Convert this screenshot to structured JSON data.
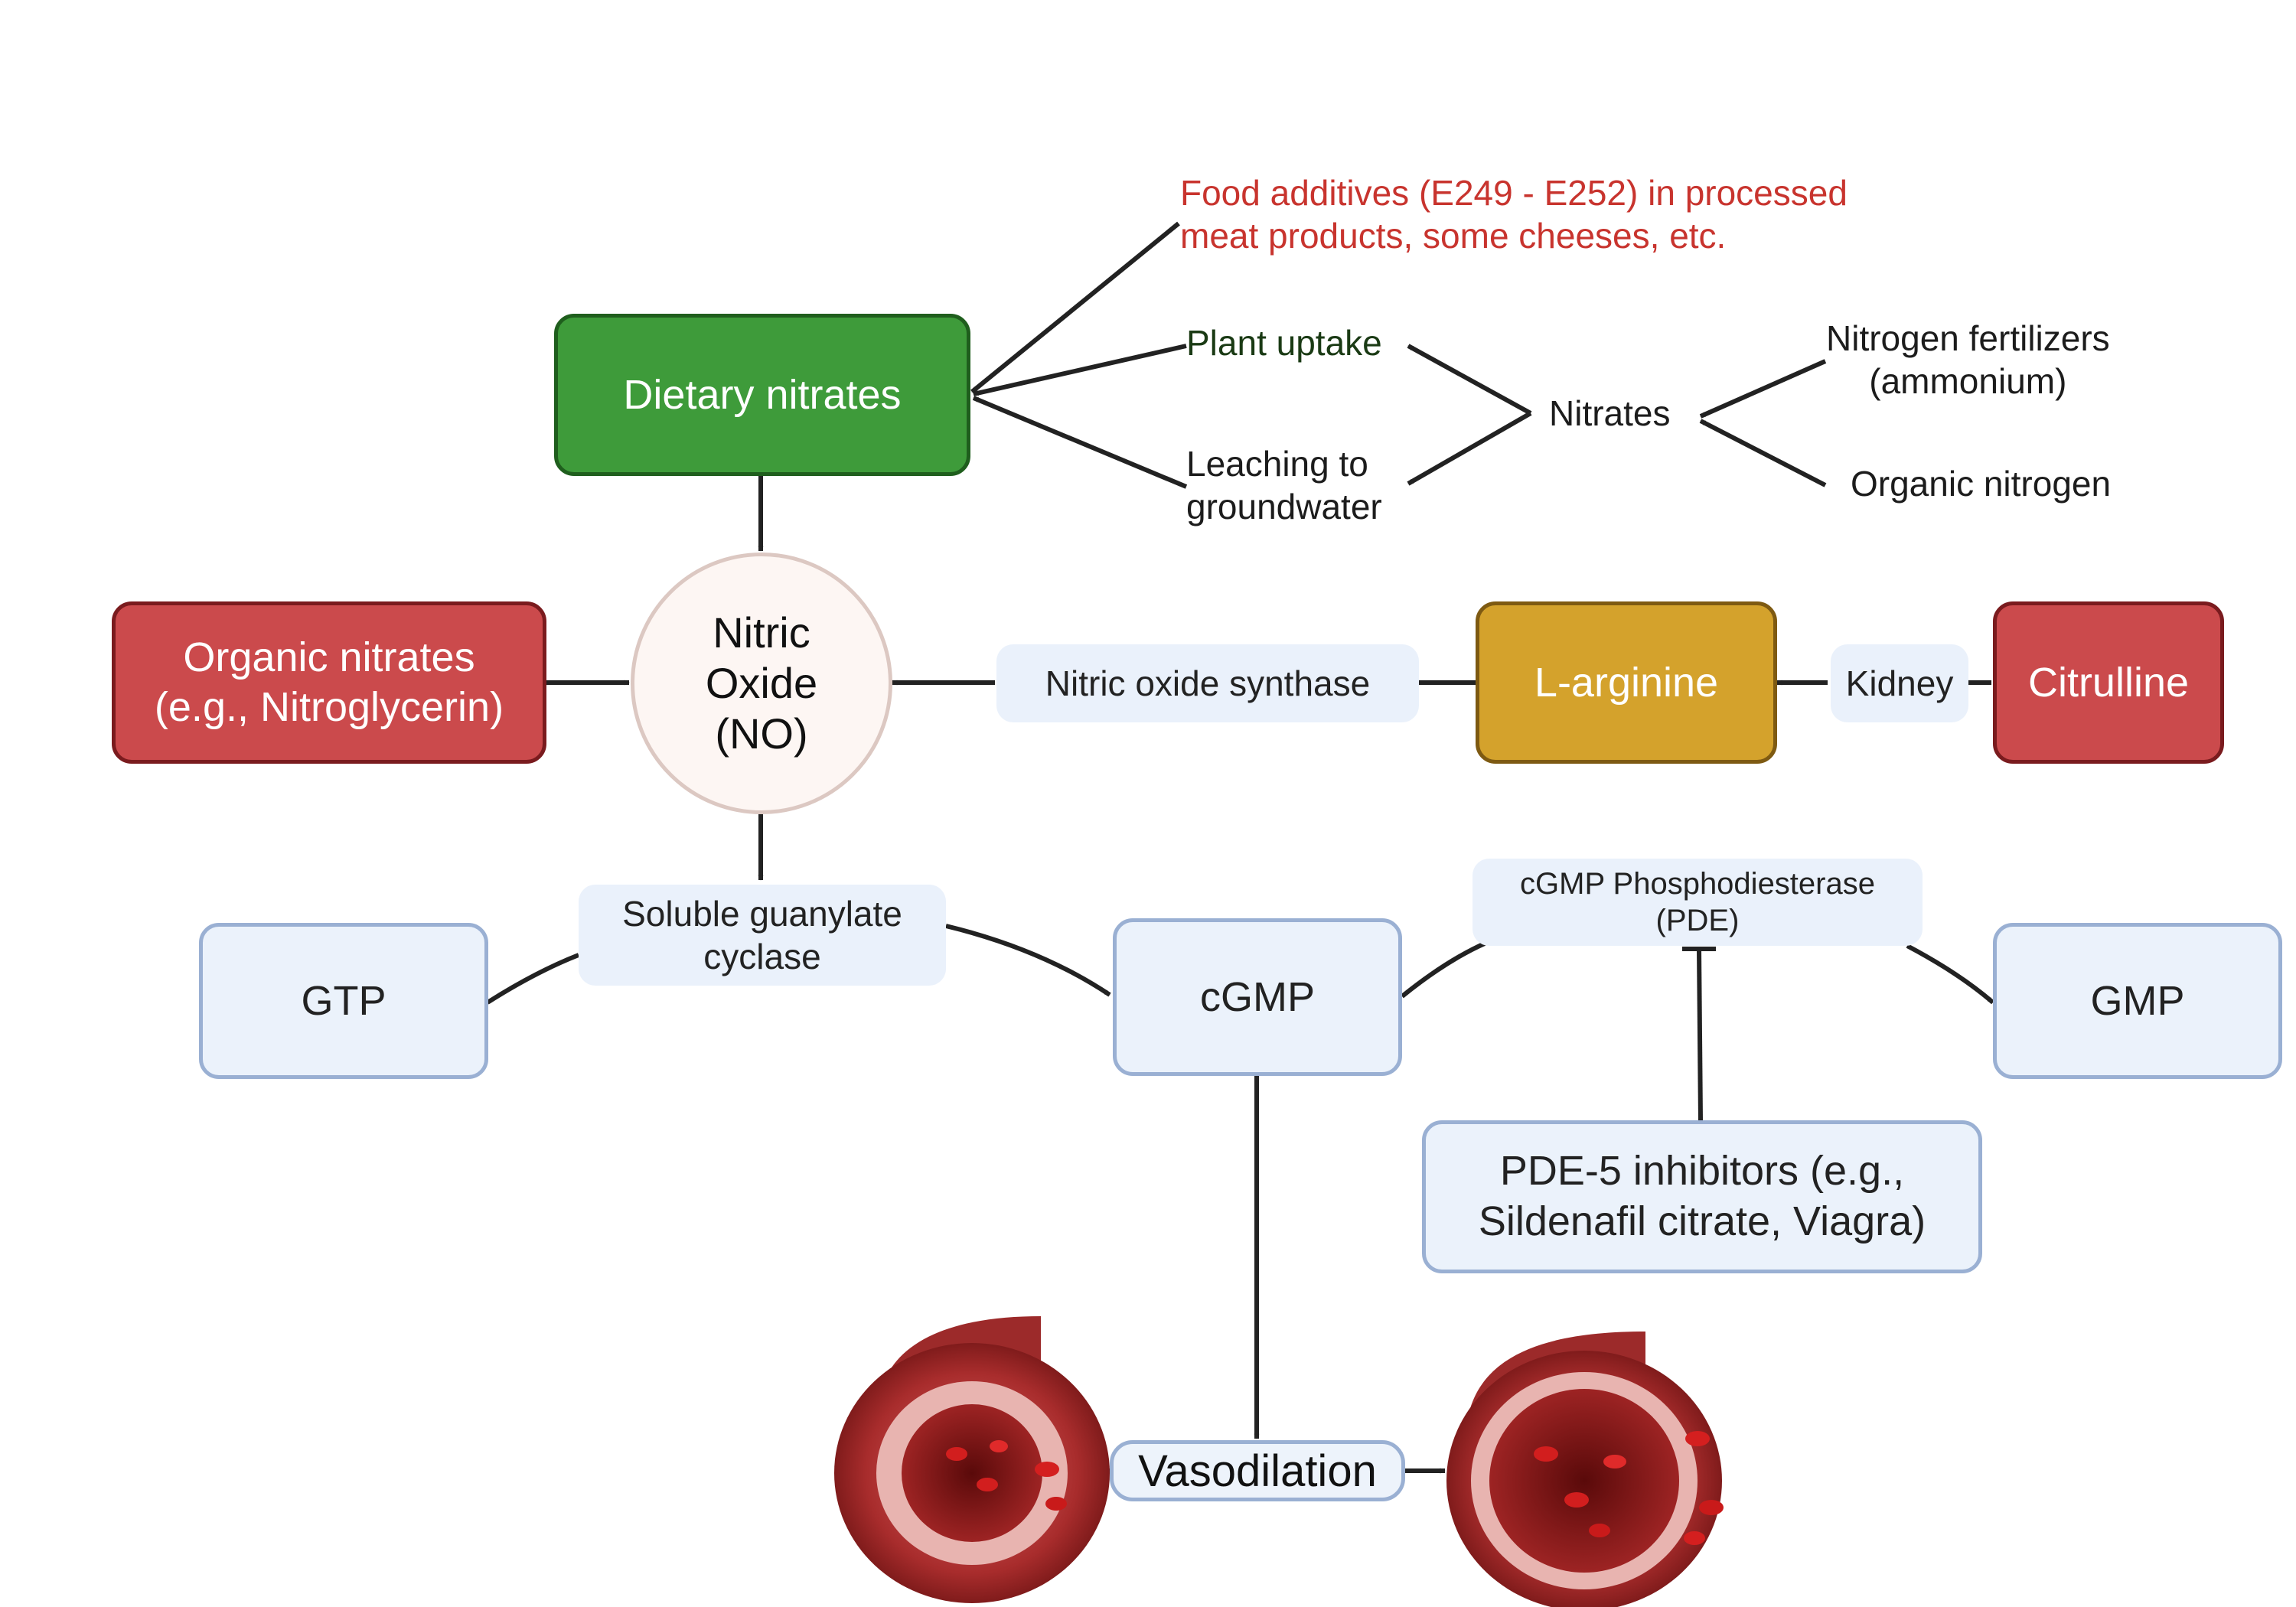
{
  "nodes": {
    "dietary_nitrates": "Dietary nitrates",
    "food_additives": "Food additives (E249 - E252) in processed\nmeat products, some cheeses, etc.",
    "plant_uptake": "Plant uptake",
    "leaching": "Leaching to\ngroundwater",
    "nitrates": "Nitrates",
    "nitrogen_fertilizers": "Nitrogen fertilizers\n(ammonium)",
    "organic_nitrogen": "Organic nitrogen",
    "organic_nitrates": "Organic nitrates\n(e.g., Nitroglycerin)",
    "nitric_oxide": "Nitric\nOxide\n(NO)",
    "nos": "Nitric oxide synthase",
    "l_arginine": "L-arginine",
    "kidney": "Kidney",
    "citrulline": "Citrulline",
    "sgc": "Soluble guanylate\ncyclase",
    "gtp": "GTP",
    "cgmp": "cGMP",
    "pde": "cGMP Phosphodiesterase\n(PDE)",
    "gmp": "GMP",
    "pde5": "PDE-5 inhibitors (e.g.,\nSildenafil citrate, Viagra)",
    "vasodilation": "Vasodilation"
  },
  "colors": {
    "green": "#3e9b3a",
    "red": "#cb4a4c",
    "gold": "#d4a22c",
    "pale_blue": "#ebf2fb",
    "food_additive_text": "#c8342e",
    "plant_text": "#1a3a14"
  },
  "images": [
    "blood-vessel-constricted",
    "blood-vessel-dilated"
  ]
}
